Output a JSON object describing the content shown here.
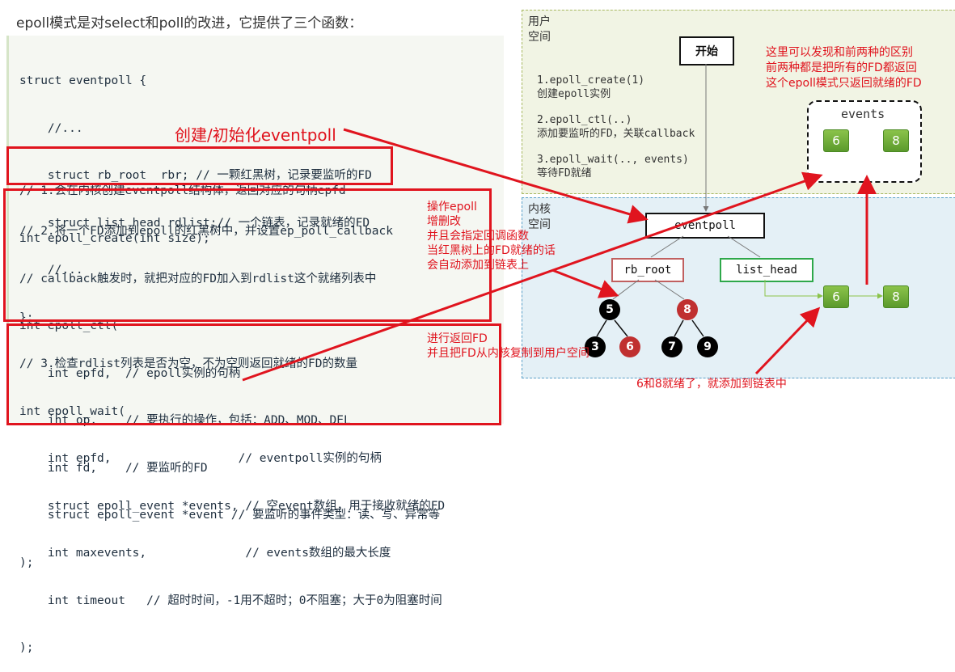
{
  "heading": "epoll模式是对select和poll的改进，它提供了三个函数：",
  "code_lines": {
    "struct_def": [
      "struct eventpoll {",
      "    //...",
      "    struct rb_root  rbr; // 一颗红黑树，记录要监听的FD",
      "    struct list_head rdlist;// 一个链表，记录就绪的FD",
      "    //...",
      "};"
    ],
    "create": [
      "// 1.会在内核创建eventpoll结构体，返回对应的句柄epfd",
      "int epoll_create(int size);"
    ],
    "ctl": [
      "// 2.将一个FD添加到epoll的红黑树中，并设置ep_poll_callback",
      "// callback触发时，就把对应的FD加入到rdlist这个就绪列表中",
      "int epoll_ctl(",
      "    int epfd,  // epoll实例的句柄",
      "    int op,    // 要执行的操作，包括：ADD、MOD、DEL",
      "    int fd,    // 要监听的FD",
      "    struct epoll_event *event // 要监听的事件类型：读、写、异常等",
      ");"
    ],
    "wait": [
      "// 3.检查rdlist列表是否为空，不为空则返回就绪的FD的数量",
      "int epoll_wait(",
      "    int epfd,                  // eventpoll实例的句柄",
      "    struct epoll_event *events, // 空event数组，用于接收就绪的FD",
      "    int maxevents,              // events数组的最大长度",
      "    int timeout   // 超时时间，-1用不超时；0不阻塞；大于0为阻塞时间",
      ");"
    ]
  },
  "annotations": {
    "create_init": "创建/初始化eventpoll",
    "ctl_note": "操作epoll\n增删改\n并且会指定回调函数\n当红黑树上的FD就绪的话\n会自动添加到链表上",
    "wait_note": "进行返回FD\n并且把FD从内核复制到用户空间",
    "ready_note": "6和8就绪了，就添加到链表中",
    "compare_note": "这里可以发现和前两种的区别\n前两种都是把所有的FD都返回\n这个epoll模式只返回就绪的FD"
  },
  "diagram": {
    "user_space_label": "用户\n空间",
    "kernel_space_label": "内核\n空间",
    "start_label": "开始",
    "steps": [
      "1.epoll_create(1)\n创建epoll实例",
      "2.epoll_ctl(..)\n添加要监听的FD，关联callback",
      "3.epoll_wait(.., events)\n等待FD就绪"
    ],
    "events_label": "events",
    "events_values": [
      "6",
      "8"
    ],
    "eventpoll_label": "eventpoll",
    "rb_root_label": "rb_root",
    "list_head_label": "list_head",
    "tree_nodes": [
      "5",
      "8",
      "3",
      "6",
      "7",
      "9"
    ],
    "list_values": [
      "6",
      "8"
    ]
  },
  "colors": {
    "annotation_red": "#e0141e",
    "user_space_border": "#a8b860",
    "kernel_space_border": "#5aa0c8",
    "rb_root_border": "#c06060",
    "list_head_border": "#2ea84a",
    "ready_green": "#6aab34"
  }
}
